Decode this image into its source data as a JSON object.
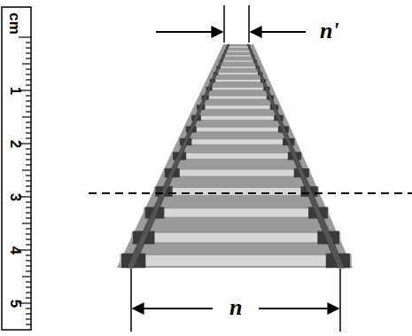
{
  "diagram": {
    "labels": [
      "cm",
      "1",
      "2",
      "3",
      "4",
      "5",
      "n'",
      "n"
    ]
  }
}
